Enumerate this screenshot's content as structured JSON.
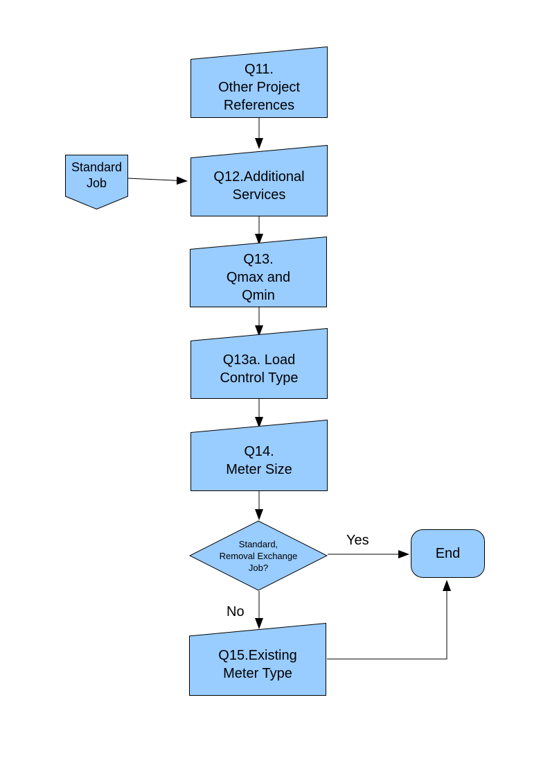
{
  "diagram": {
    "background_color": "#ffffff",
    "node_fill_color": "#99ccff",
    "node_border_color": "#000000",
    "nodes": {
      "q11": {
        "shape": "manual-input",
        "label": "Q11.\nOther Project\nReferences"
      },
      "standard_job": {
        "shape": "pentagon-down",
        "label": "Standard\nJob"
      },
      "q12": {
        "shape": "manual-input",
        "label": "Q12.Additional\nServices"
      },
      "q13": {
        "shape": "manual-input",
        "label": "Q13.\nQmax and\nQmin"
      },
      "q13a": {
        "shape": "manual-input",
        "label": "Q13a. Load\nControl Type"
      },
      "q14": {
        "shape": "manual-input",
        "label": "Q14.\nMeter Size"
      },
      "decision": {
        "shape": "diamond",
        "label": "Standard,\nRemoval Exchange\nJob?"
      },
      "end": {
        "shape": "terminator",
        "label": "End"
      },
      "q15": {
        "shape": "manual-input",
        "label": "Q15.Existing\nMeter Type"
      }
    },
    "edge_labels": {
      "yes": "Yes",
      "no": "No"
    },
    "edges": [
      "q11 -> q12",
      "standard_job -> q12",
      "q12 -> q13",
      "q13 -> q13a",
      "q13a -> q14",
      "q14 -> decision",
      "decision -> end (Yes)",
      "decision -> q15 (No)",
      "q15 -> end"
    ]
  }
}
